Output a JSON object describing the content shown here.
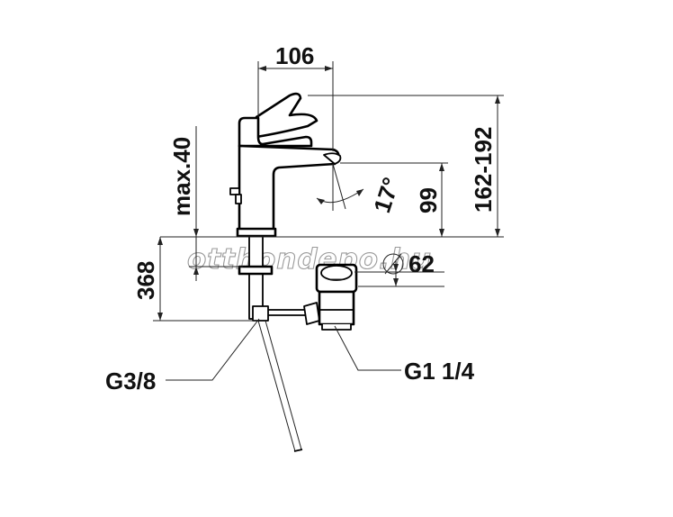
{
  "dimensions": {
    "width_106": "106",
    "height_162_192": "162-192",
    "spout_99": "99",
    "angle_17": "17°",
    "max_40": "max.40",
    "below_368": "368",
    "hole_62": "62"
  },
  "labels": {
    "supply_thread": "G3/8",
    "waste_thread": "G1 1/4"
  },
  "watermark": {
    "text": "otthondepo.hu"
  },
  "colors": {
    "line": "#000000",
    "background": "#ffffff",
    "watermark_outline": "#9a9a9a"
  }
}
